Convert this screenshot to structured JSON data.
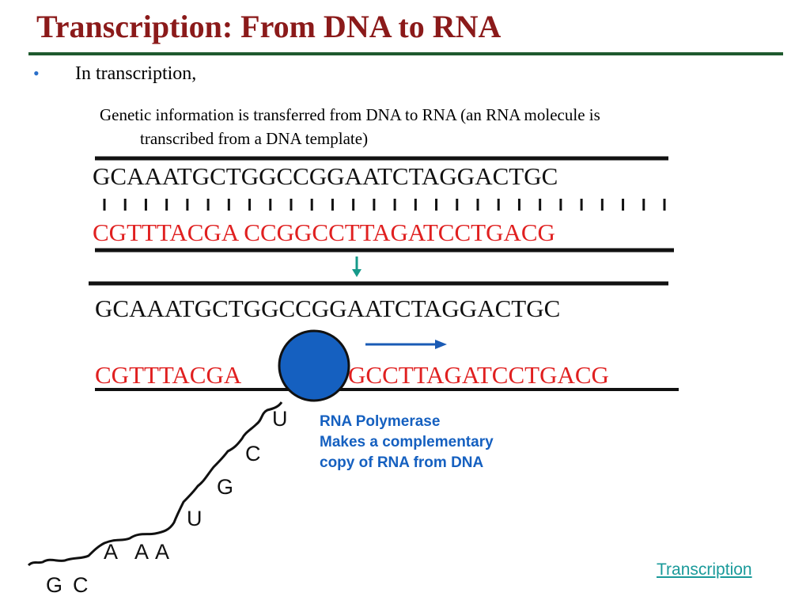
{
  "slide": {
    "title": "Transcription: From DNA to RNA",
    "bullet_symbol": "•",
    "intro": "In transcription,",
    "description_line1": "Genetic information is transferred from DNA to RNA (an RNA molecule is",
    "description_line2": "transcribed from a DNA template)"
  },
  "dna_top": {
    "template_strand": "GCAAATGCTGGCCGGAATCTAGGACTGC",
    "complement_strand": "CGTTTACGA CCGGCCTTAGATCCTGACG"
  },
  "dna_bottom": {
    "template_strand": "GCAAATGCTGGCCGGAATCTAGGACTGC",
    "complement_left": "CGTTTACGA",
    "complement_right": "GCCTTAGATCCTGACG"
  },
  "rna_bases": [
    "U",
    "C",
    "G",
    "U",
    "A",
    "A",
    "A",
    "G",
    "C"
  ],
  "rna_polymerase": {
    "line1": "RNA Polymerase",
    "line2": "Makes a complementary",
    "line3": "copy of RNA from DNA"
  },
  "link": {
    "label": "Transcription"
  },
  "colors": {
    "title": "#8b1a1a",
    "rule": "#1f5a2e",
    "red_strand": "#e02020",
    "polymerase": "#1560c0",
    "arrow_teal": "#169a8a",
    "arrow_blue": "#1a5bb5",
    "link": "#1a9a9a"
  }
}
